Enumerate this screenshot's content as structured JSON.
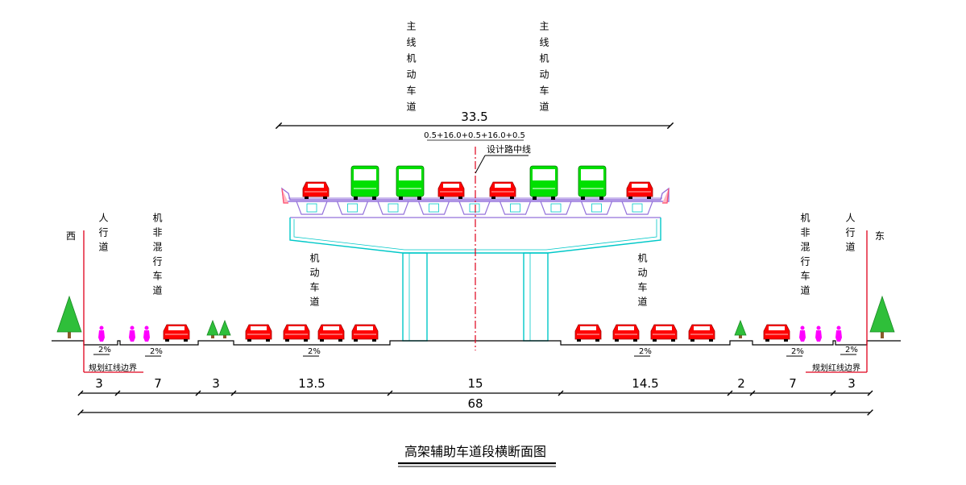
{
  "title": "高架辅助车道段横断面图",
  "labels": {
    "west": "西",
    "east": "东",
    "main_lane_left": "主线机动车道",
    "main_lane_right": "主线机动车道",
    "sidewalk_left": "人行道",
    "sidewalk_right": "人行道",
    "nonmotor_left": "机非混行车道",
    "nonmotor_right": "机非混行车道",
    "motor_left": "机动车道",
    "motor_right": "机动车道",
    "centerline": "设计路中线",
    "red_line_left": "规划红线边界",
    "red_line_right": "规划红线边界"
  },
  "upper_dimension": {
    "total": "33.5",
    "detail": "0.5+16.0+0.5+16.0+0.5"
  },
  "slopes": {
    "sidewalk_left": "2%",
    "nonmotor_left": "2%",
    "motor_left": "2%",
    "motor_right": "2%",
    "nonmotor_right": "2%",
    "sidewalk_right": "2%"
  },
  "segments": [
    {
      "label": "3"
    },
    {
      "label": "7"
    },
    {
      "label": "3"
    },
    {
      "label": "13.5"
    },
    {
      "label": "15"
    },
    {
      "label": "14.5"
    },
    {
      "label": "2"
    },
    {
      "label": "7"
    },
    {
      "label": "3"
    }
  ],
  "total_width": "68",
  "colors": {
    "red_line": "#e0001b",
    "car": "#ff0000",
    "bus": "#00e000",
    "tree": "#2fbf3a",
    "pedestrian": "#ff00ff",
    "bridge": "#00c8c8",
    "deck": "#9370db",
    "ink": "#000000"
  }
}
